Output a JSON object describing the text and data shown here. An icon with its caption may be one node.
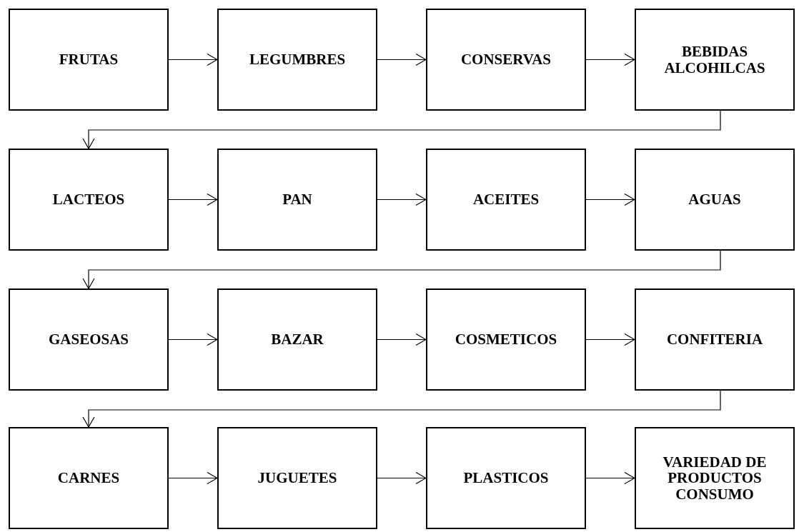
{
  "diagram": {
    "nodes": [
      {
        "text": [
          "FRUTAS"
        ]
      },
      {
        "text": [
          "LEGUMBRES"
        ]
      },
      {
        "text": [
          "CONSERVAS"
        ]
      },
      {
        "text": [
          "BEBIDAS ALCOHILCAS"
        ]
      },
      {
        "text": [
          "LACTEOS"
        ]
      },
      {
        "text": [
          "PAN"
        ]
      },
      {
        "text": [
          "ACEITES"
        ]
      },
      {
        "text": [
          "AGUAS"
        ]
      },
      {
        "text": [
          "GASEOSAS"
        ]
      },
      {
        "text": [
          "BAZAR"
        ]
      },
      {
        "text": [
          "COSMETICOS"
        ]
      },
      {
        "text": [
          "CONFITERIA"
        ]
      },
      {
        "text": [
          "CARNES"
        ]
      },
      {
        "text": [
          "JUGUETES"
        ]
      },
      {
        "text": [
          "PLASTICOS"
        ]
      },
      {
        "text": [
          "VARIEDAD DE PRODUCTOS CONSUMO"
        ]
      }
    ],
    "edges": [
      {
        "from": 0,
        "to": 1,
        "arrow": "to"
      },
      {
        "from": 1,
        "to": 2,
        "arrow": "to"
      },
      {
        "from": 2,
        "to": 3,
        "arrow": "to"
      },
      {
        "from": 3,
        "to": 4,
        "arrow": "to"
      },
      {
        "from": 4,
        "to": 5,
        "arrow": "to"
      },
      {
        "from": 5,
        "to": 6,
        "arrow": "to"
      },
      {
        "from": 6,
        "to": 7,
        "arrow": "to"
      },
      {
        "from": 7,
        "to": 8,
        "arrow": "to"
      },
      {
        "from": 8,
        "to": 9,
        "arrow": "to"
      },
      {
        "from": 9,
        "to": 10,
        "arrow": "to"
      },
      {
        "from": 10,
        "to": 11,
        "arrow": "to"
      },
      {
        "from": 11,
        "to": 12,
        "arrow": "to"
      },
      {
        "from": 12,
        "to": 13,
        "arrow": "to"
      },
      {
        "from": 13,
        "to": 14,
        "arrow": "to"
      },
      {
        "from": 14,
        "to": 15,
        "arrow": "to"
      }
    ]
  }
}
